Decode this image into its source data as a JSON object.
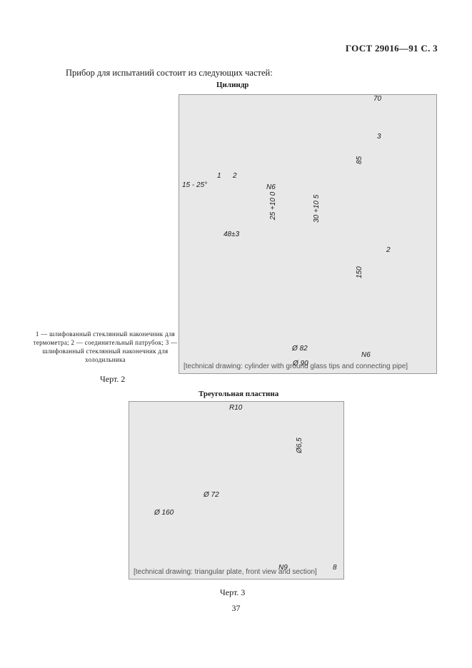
{
  "header": {
    "standard": "ГОСТ 29016—91 С. 3"
  },
  "intro": {
    "text": "Прибор для испытаний состоит из следующих частей:"
  },
  "figure2": {
    "title": "Цилиндр",
    "caption": "Черт. 2",
    "legend": "1 — шлифованный стеклянный наконечник для термометра; 2 — соединительный патрубок; 3 — шлифованный стеклянный наконечник для холодильника",
    "placeholder": "[technical drawing: cylinder with ground glass tips and connecting pipe]",
    "dims": {
      "d70": "70",
      "d85": "85",
      "d150": "150",
      "d82": "Ø 82",
      "d90": "Ø 90",
      "angle": "15 - 25°",
      "len48": "48±3",
      "n6_top": "N6",
      "n6_bot": "N6",
      "d25": "25 +10 0",
      "d30": "30 +10 5",
      "c1": "1",
      "c2": "2",
      "c3": "3",
      "c2b": "2"
    }
  },
  "figure3": {
    "title": "Треугольная пластина",
    "caption": "Черт. 3",
    "placeholder": "[technical drawing: triangular plate, front view and section]",
    "dims": {
      "r10": "R10",
      "d160": "Ø 160",
      "d72": "Ø 72",
      "d65": "Ø6,5",
      "n9": "N9",
      "t8": "8"
    }
  },
  "page": {
    "number": "37"
  }
}
